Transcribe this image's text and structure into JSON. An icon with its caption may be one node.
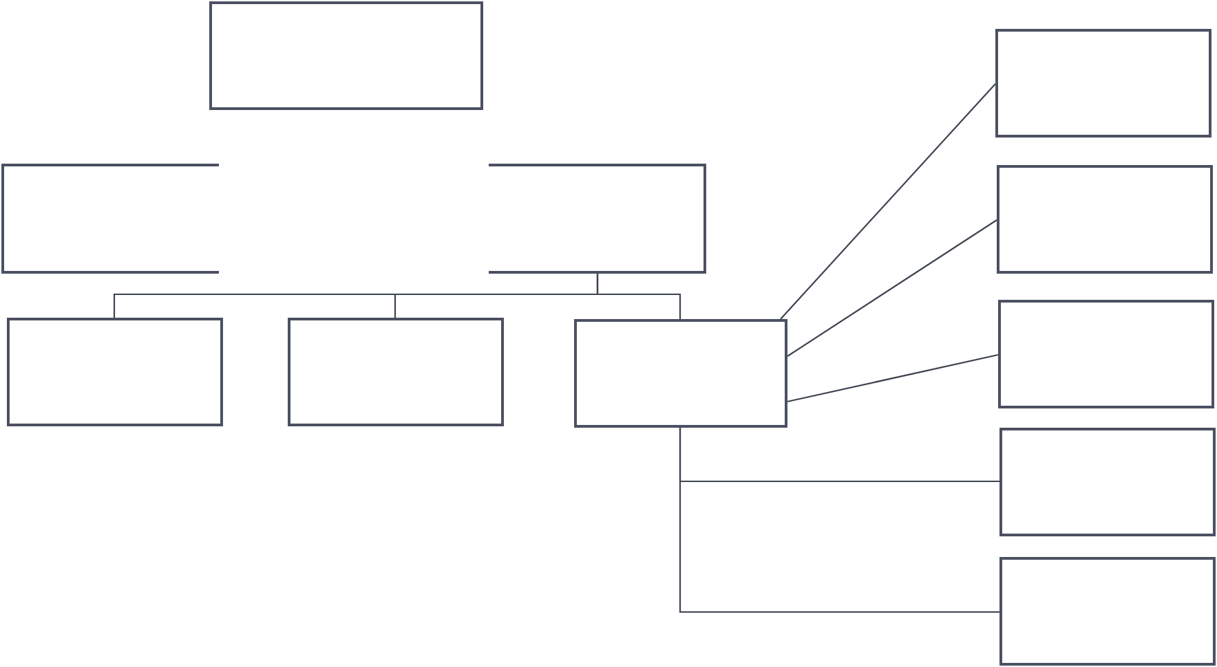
{
  "diagram": {
    "nodes": [
      {
        "text": [],
        "shape": "box"
      },
      {
        "text": [],
        "shape": "box"
      },
      {
        "text": [],
        "shape": "box"
      },
      {
        "text": [],
        "shape": "box"
      },
      {
        "text": [],
        "shape": "box"
      },
      {
        "text": [],
        "shape": "box"
      },
      {
        "text": [],
        "shape": "box"
      },
      {
        "text": [],
        "shape": "box"
      },
      {
        "text": [],
        "shape": "box"
      },
      {
        "text": [],
        "shape": "box"
      },
      {
        "text": [],
        "shape": "box"
      }
    ],
    "edges": [
      {
        "from": 2,
        "to": 3,
        "arrow": "none"
      },
      {
        "from": 2,
        "to": 4,
        "arrow": "none"
      },
      {
        "from": 2,
        "to": 5,
        "arrow": "none"
      },
      {
        "from": 5,
        "to": 6,
        "arrow": "none"
      },
      {
        "from": 5,
        "to": 7,
        "arrow": "none"
      },
      {
        "from": 5,
        "to": 8,
        "arrow": "none"
      },
      {
        "from": 5,
        "to": 9,
        "arrow": "none"
      },
      {
        "from": 5,
        "to": 10,
        "arrow": "none"
      }
    ]
  }
}
